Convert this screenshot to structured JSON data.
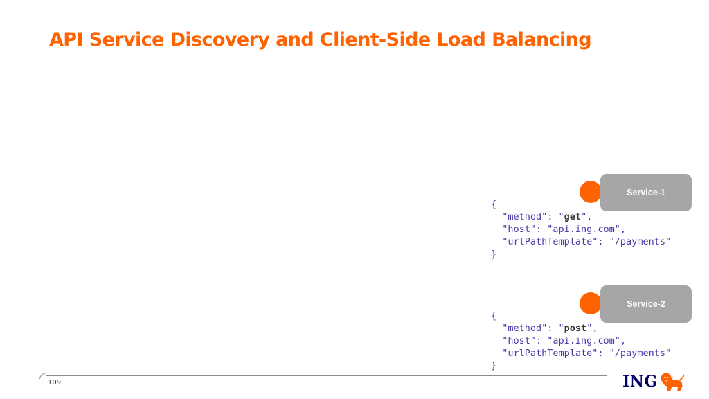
{
  "title": "API Service Discovery and Client-Side Load Balancing",
  "services": [
    {
      "label": "Service-1",
      "code": {
        "open": "{",
        "method_key": "  \"method\": \"",
        "method_value": "get",
        "method_end": "\",",
        "host_line": "  \"host\": \"api.ing.com\",",
        "url_line": "  \"urlPathTemplate\": \"/payments\"",
        "close": "}"
      }
    },
    {
      "label": "Service-2",
      "code": {
        "open": "{",
        "method_key": "  \"method\": \"",
        "method_value": "post",
        "method_end": "\",",
        "host_line": "  \"host\": \"api.ing.com\",",
        "url_line": "  \"urlPathTemplate\": \"/payments\"",
        "close": "}"
      }
    }
  ],
  "footer": {
    "page_number": "109",
    "logo_text": "ING",
    "logo_icon": "lion-icon"
  },
  "colors": {
    "accent": "#FF6200",
    "service_box": "#A6A6A6",
    "code_text": "#4A3AA8",
    "logo_blue": "#000066"
  }
}
